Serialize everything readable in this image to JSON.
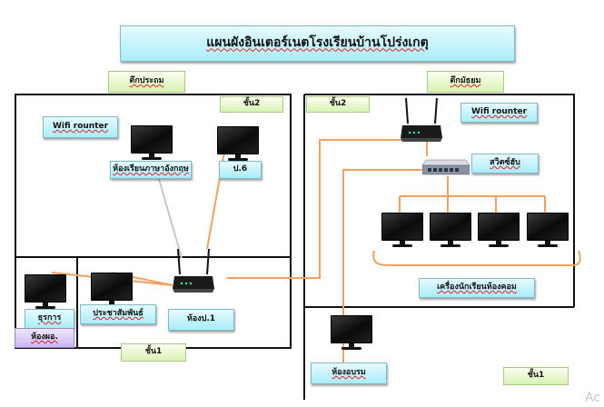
{
  "title": "แผนผังอินเตอร์เนตโรงเรียนบ้านโปร่งเกตุ",
  "buildings": {
    "left_name": "ตึกประถม",
    "right_name": "ตึกมัธยม"
  },
  "floor_labels": {
    "left_upper": "ชั้น2",
    "left_lower": "ชั้น1",
    "right_upper": "ชั้น2",
    "right_lower": "ชั้น1"
  },
  "rooms": {
    "english_room": "ห้องเรียนภาษาอังกฤษ",
    "p6": "ป.6",
    "finance": "ธุรการ",
    "director": "ห้องผอ.",
    "pr": "ประชาสัมพันธ์",
    "p1": "ห้องป.1",
    "computer_students": "เครื่องนักเรียนห้องคอม",
    "training": "ห้องอบรม"
  },
  "devices": {
    "wifi_left": "Wifi rounter",
    "wifi_right": "Wifi rounter",
    "switch": "สวิตซ์ฮับ"
  },
  "corner_text": "Ac",
  "colors": {
    "cable": "#f0a060",
    "wifi_line": "#c8c8c8",
    "wall": "#111111"
  }
}
